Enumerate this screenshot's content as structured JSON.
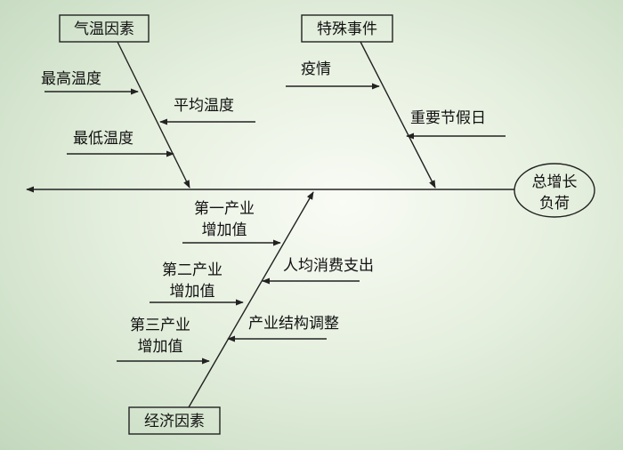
{
  "effect": {
    "line1": "总增长",
    "line2": "负荷"
  },
  "categories": {
    "weather": {
      "title": "气温因素",
      "causes": [
        {
          "label": "最高温度"
        },
        {
          "label": "平均温度"
        },
        {
          "label": "最低温度"
        }
      ]
    },
    "special": {
      "title": "特殊事件",
      "causes": [
        {
          "label": "疫情"
        },
        {
          "label": "重要节假日"
        }
      ]
    },
    "economy": {
      "title": "经济因素",
      "causes": [
        {
          "line1": "第一产业",
          "line2": "增加值"
        },
        {
          "label": "人均消费支出"
        },
        {
          "line1": "第二产业",
          "line2": "增加值"
        },
        {
          "label": "产业结构调整"
        },
        {
          "line1": "第三产业",
          "line2": "增加值"
        }
      ]
    }
  }
}
